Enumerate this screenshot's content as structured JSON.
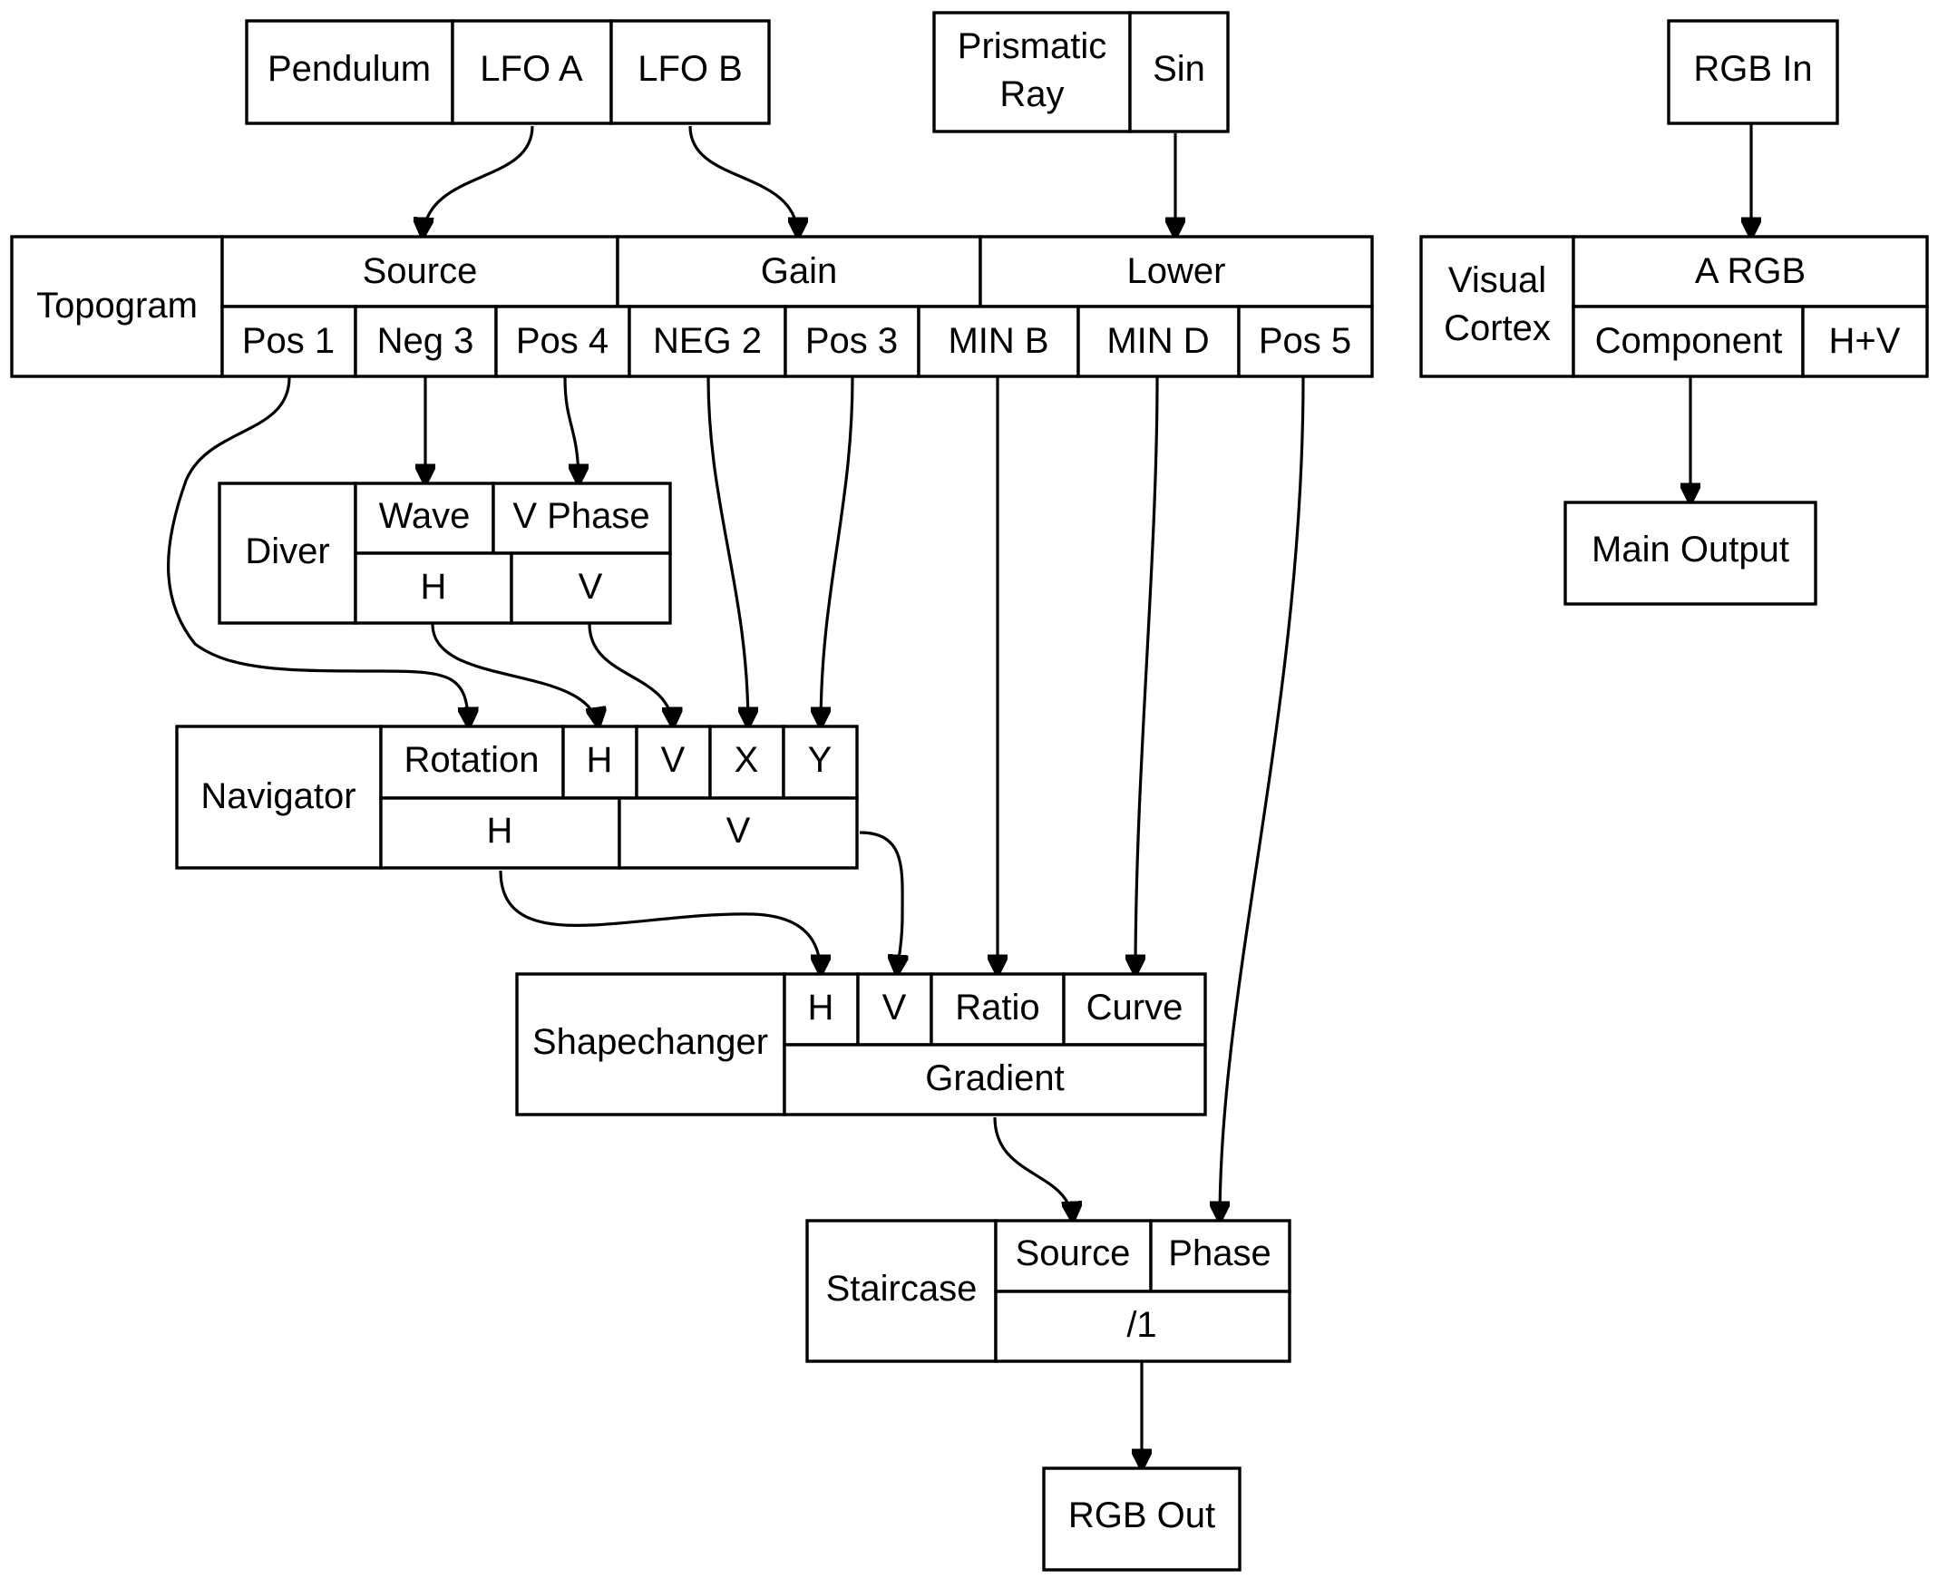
{
  "nodes": {
    "pendulum": {
      "cells": [
        "Pendulum",
        "LFO A",
        "LFO B"
      ]
    },
    "prismatic_ray": {
      "cells": [
        "Prismatic\nRay",
        "Sin"
      ]
    },
    "rgb_in": {
      "label": "RGB In"
    },
    "topogram": {
      "title": "Topogram",
      "groups": [
        "Source",
        "Gain",
        "Lower"
      ],
      "ports": [
        "Pos 1",
        "Neg 3",
        "Pos 4",
        "NEG 2",
        "Pos 3",
        "MIN B",
        "MIN D",
        "Pos 5"
      ]
    },
    "visual_cortex": {
      "title": "Visual\nCortex",
      "top": "A RGB",
      "ports": [
        "Component",
        "H+V"
      ]
    },
    "main_output": {
      "label": "Main Output"
    },
    "diver": {
      "title": "Diver",
      "inputs": [
        "Wave",
        "V Phase"
      ],
      "outputs": [
        "H",
        "V"
      ]
    },
    "navigator": {
      "title": "Navigator",
      "inputs": [
        "Rotation",
        "H",
        "V",
        "X",
        "Y"
      ],
      "outputs": [
        "H",
        "V"
      ]
    },
    "shapechanger": {
      "title": "Shapechanger",
      "inputs": [
        "H",
        "V",
        "Ratio",
        "Curve"
      ],
      "outputs": [
        "Gradient"
      ]
    },
    "staircase": {
      "title": "Staircase",
      "inputs": [
        "Source",
        "Phase"
      ],
      "outputs": [
        "/1"
      ]
    },
    "rgb_out": {
      "label": "RGB Out"
    }
  },
  "edges": [
    {
      "from": "Pendulum.LFO A",
      "to": "Topogram.Source"
    },
    {
      "from": "Pendulum.LFO B",
      "to": "Topogram.Gain"
    },
    {
      "from": "Prismatic Ray.Sin",
      "to": "Topogram.Lower"
    },
    {
      "from": "RGB In",
      "to": "Visual Cortex.A RGB"
    },
    {
      "from": "Visual Cortex.Component",
      "to": "Main Output"
    },
    {
      "from": "Topogram.Pos 1",
      "to": "Navigator.Rotation"
    },
    {
      "from": "Topogram.Neg 3",
      "to": "Diver.Wave"
    },
    {
      "from": "Topogram.Pos 4",
      "to": "Diver.V Phase"
    },
    {
      "from": "Topogram.NEG 2",
      "to": "Navigator.X"
    },
    {
      "from": "Topogram.Pos 3",
      "to": "Navigator.Y"
    },
    {
      "from": "Topogram.MIN B",
      "to": "Shapechanger.Ratio"
    },
    {
      "from": "Topogram.MIN D",
      "to": "Shapechanger.Curve"
    },
    {
      "from": "Topogram.Pos 5",
      "to": "Staircase.Phase"
    },
    {
      "from": "Diver.H",
      "to": "Navigator.H"
    },
    {
      "from": "Diver.V",
      "to": "Navigator.V"
    },
    {
      "from": "Navigator.H",
      "to": "Shapechanger.H"
    },
    {
      "from": "Navigator.V",
      "to": "Shapechanger.V"
    },
    {
      "from": "Shapechanger.Gradient",
      "to": "Staircase.Source"
    },
    {
      "from": "Staircase./1",
      "to": "RGB Out"
    }
  ]
}
